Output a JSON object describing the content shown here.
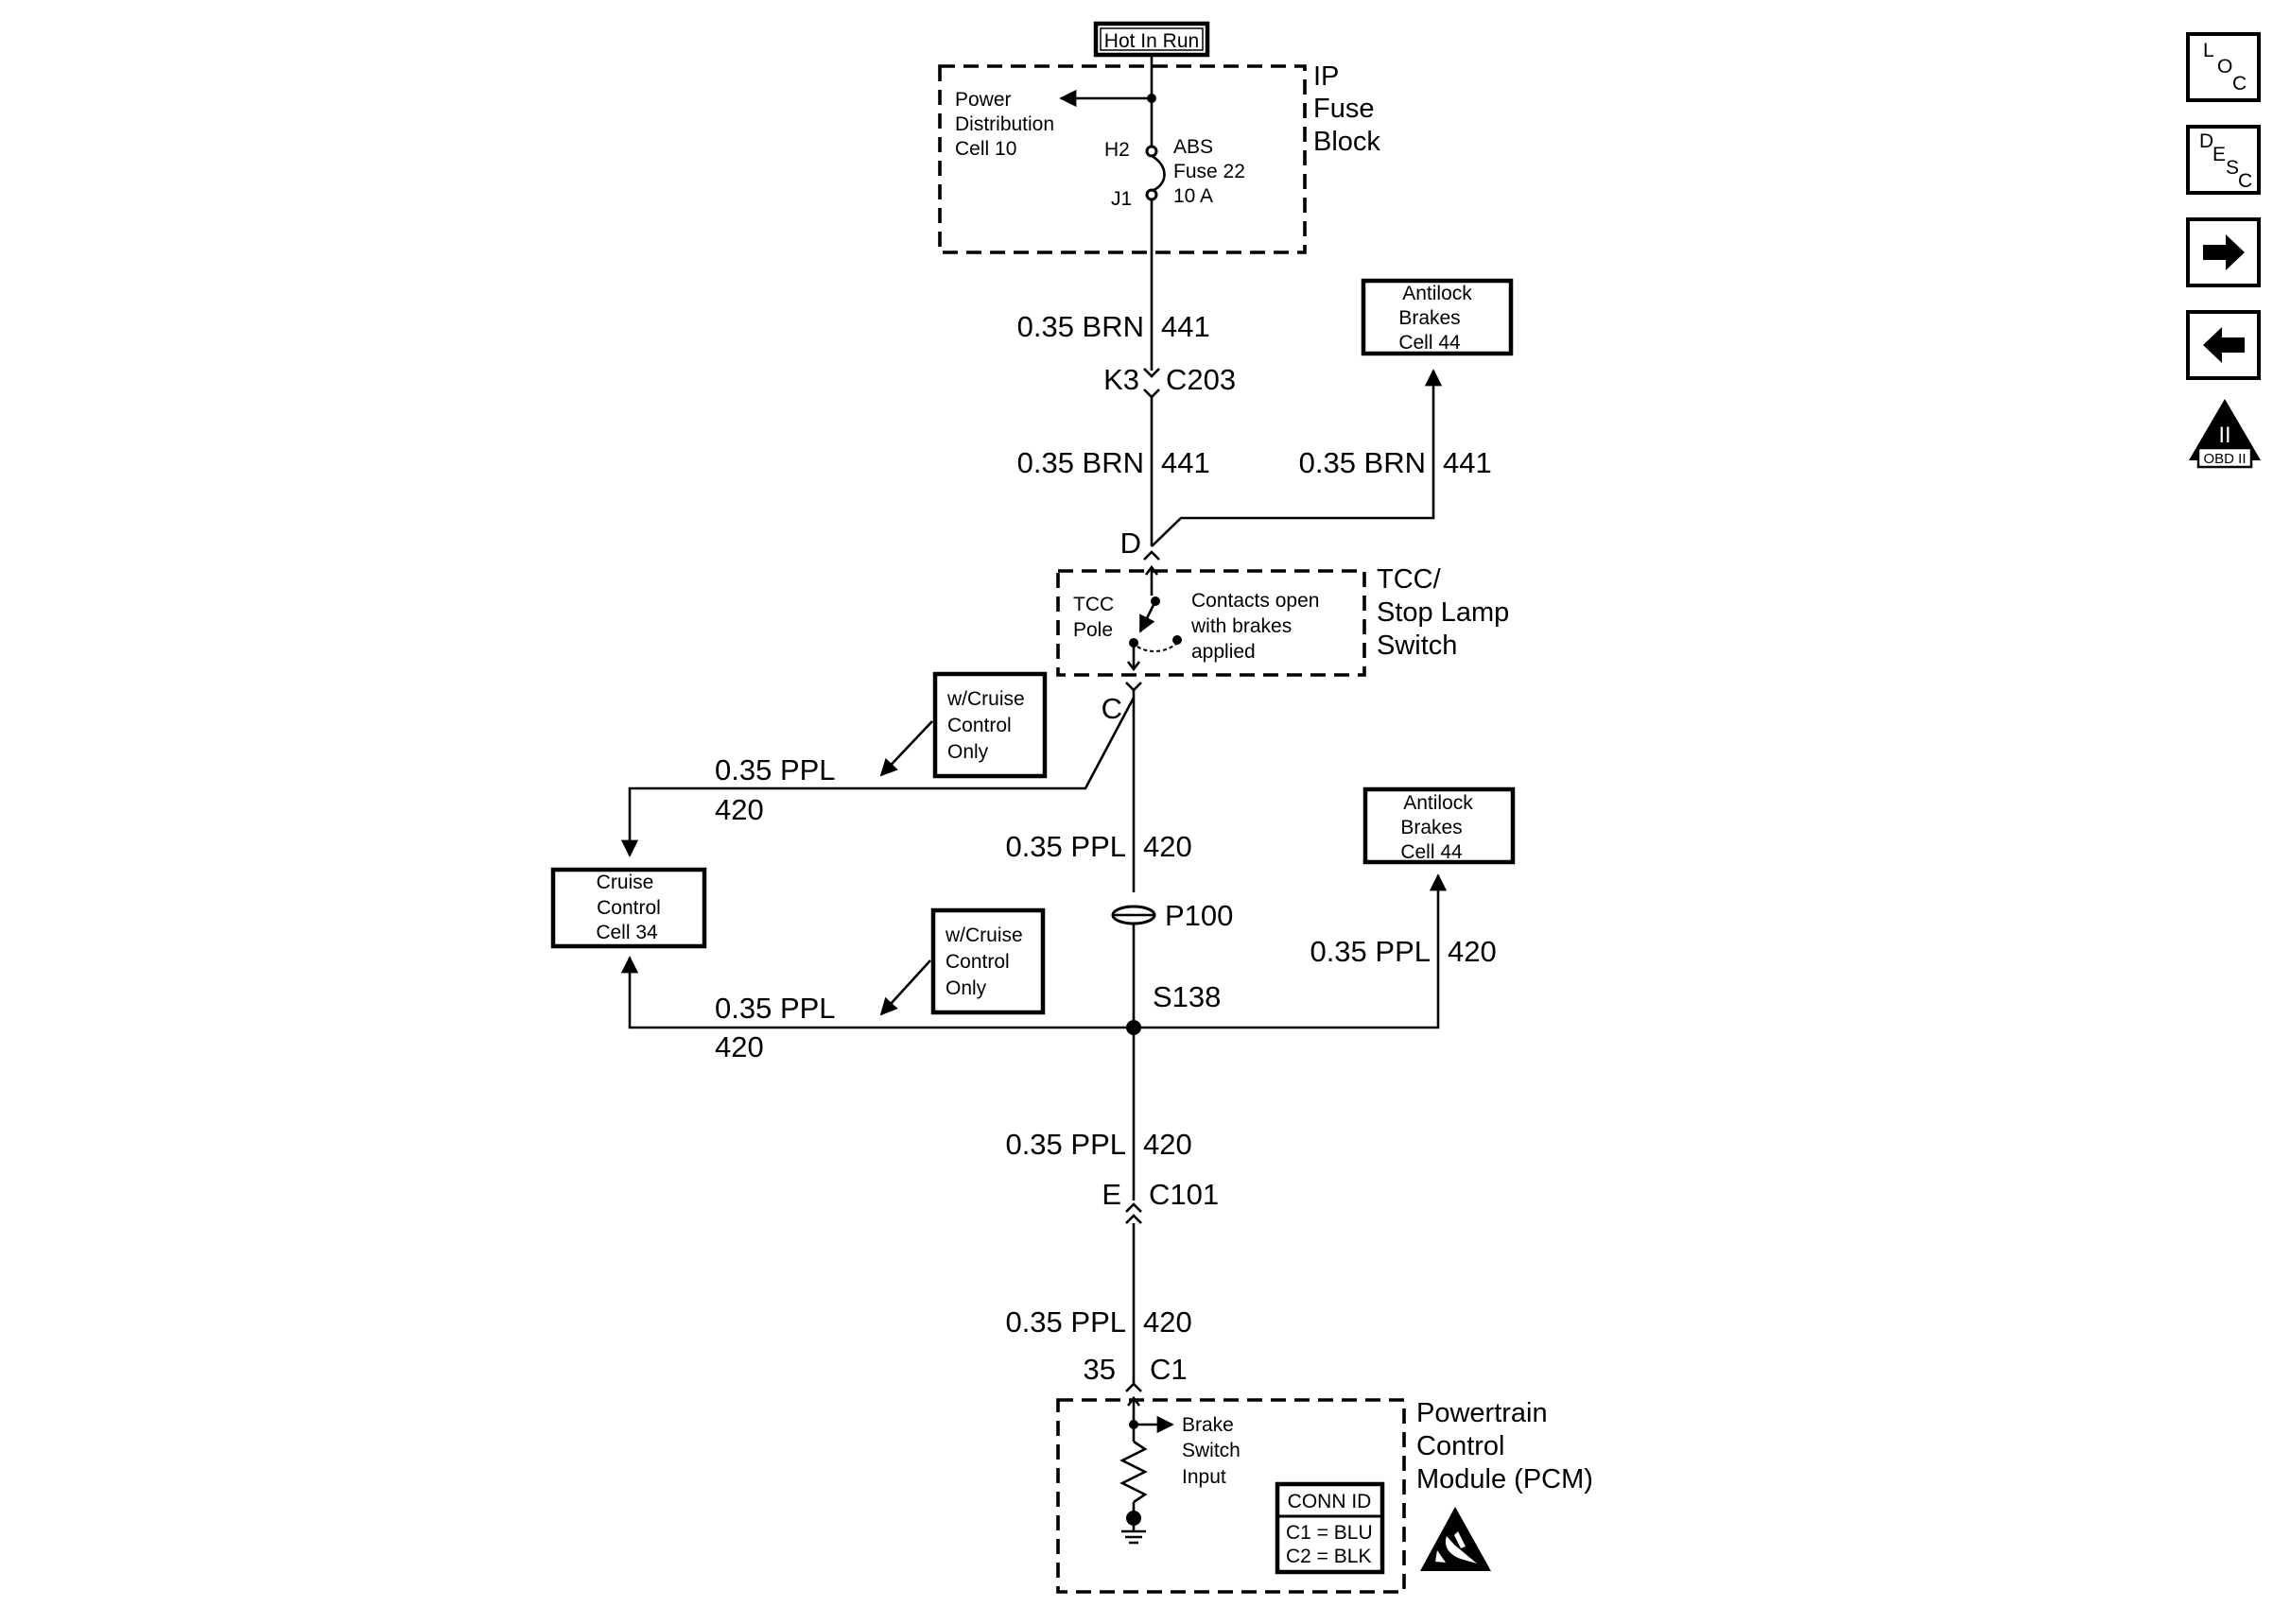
{
  "power": {
    "source": "Hot In Run"
  },
  "ip_fuse_block": {
    "title": [
      "IP",
      "Fuse",
      "Block"
    ],
    "power_distribution": [
      "Power",
      "Distribution",
      "Cell 10"
    ],
    "fuse": [
      "ABS",
      "Fuse 22",
      "10 A"
    ],
    "pin_in": "H2",
    "pin_out": "J1"
  },
  "wires": {
    "brn_size_color": "0.35 BRN",
    "brn_circuit": "441",
    "ppl_size_color": "0.35 PPL",
    "ppl_circuit": "420"
  },
  "connectors": {
    "c203_pin": "K3",
    "c203": "C203",
    "tcc_in_pin": "D",
    "tcc_out_pin": "C",
    "p100": "P100",
    "splice": "S138",
    "c101_pin": "E",
    "c101": "C101",
    "pcm_pin": "35",
    "pcm_conn": "C1"
  },
  "antilock_top": [
    "Antilock",
    "Brakes",
    "Cell 44"
  ],
  "antilock_bottom": [
    "Antilock",
    "Brakes",
    "Cell 44"
  ],
  "cruise_control": [
    "Cruise",
    "Control",
    "Cell 34"
  ],
  "cruise_note_top": [
    "w/Cruise",
    "Control",
    "Only"
  ],
  "cruise_note_bottom": [
    "w/Cruise",
    "Control",
    "Only"
  ],
  "tcc_switch": {
    "title": [
      "TCC/",
      "Stop Lamp",
      "Switch"
    ],
    "pole": [
      "TCC",
      "Pole"
    ],
    "contacts": [
      "Contacts open",
      "with brakes",
      "applied"
    ]
  },
  "pcm": {
    "title": [
      "Powertrain",
      "Control",
      "Module (PCM)"
    ],
    "input": [
      "Brake",
      "Switch",
      "Input"
    ],
    "conn_id_title": "CONN ID",
    "conn_id_rows": [
      "C1 = BLU",
      "C2 = BLK"
    ]
  },
  "side_nav": {
    "loc": [
      "L",
      "O",
      "C"
    ],
    "desc": [
      "D",
      "E",
      "S",
      "C"
    ],
    "obd": "OBD II",
    "obd_numeral": "II"
  }
}
